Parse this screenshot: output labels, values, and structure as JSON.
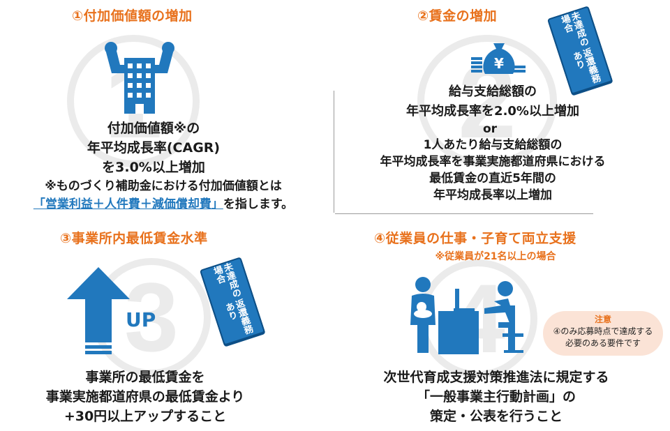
{
  "q1": {
    "heading": "①付加価値額の増加",
    "numeral": "1",
    "lines": [
      "付加価値額※の",
      "年平均成長率(CAGR)",
      "を3.0%以上増加"
    ],
    "note_line": "※ものづくり補助金における付加価値額とは",
    "note_link": "「営業利益＋人件費＋減価償却費」",
    "note_tail": "を指します。"
  },
  "q2": {
    "heading": "②賃金の増加",
    "numeral": "2",
    "scroll_col1": "未達成の場合",
    "scroll_col2": "返還義務あり",
    "lines_a": [
      "給与支給総額の",
      "年平均成長率を2.0%以上増加"
    ],
    "or": "or",
    "lines_b": [
      "1人あたり給与支給総額の",
      "年平均成長率を事業実施都道府県における",
      "最低賃金の直近5年間の",
      "年平均成長率以上増加"
    ]
  },
  "q3": {
    "heading": "③事業所内最低賃金水準",
    "numeral": "3",
    "up_label": "UP",
    "scroll_col1": "未達成の場合",
    "scroll_col2": "返還義務あり",
    "lines": [
      "事業所の最低賃金を",
      "事業実施都道府県の最低賃金より",
      "+30円以上アップすること"
    ]
  },
  "q4": {
    "heading": "④従業員の仕事・子育て両立支援",
    "numeral": "4",
    "subheading": "※従業員が21名以上の場合",
    "note_title": "注意",
    "note_lines": [
      "④のみ応募時点で達成する",
      "必要のある要件です"
    ],
    "lines": [
      "次世代育成支援対策推進法に規定する",
      "「一般事業主行動計画」の",
      "策定・公表を行うこと"
    ]
  },
  "colors": {
    "heading": "#e8711c",
    "icon_blue": "#2178bd",
    "icon_blue_light": "#5a8fc8",
    "numeral_gray": "#ebebeb",
    "note_bg": "#fbe3d6"
  },
  "icons": [
    "building-flexing-icon",
    "money-bag-yen-icon",
    "up-arrow-icon",
    "parent-with-baby-icon",
    "worker-at-desk-icon",
    "scroll-icon"
  ]
}
